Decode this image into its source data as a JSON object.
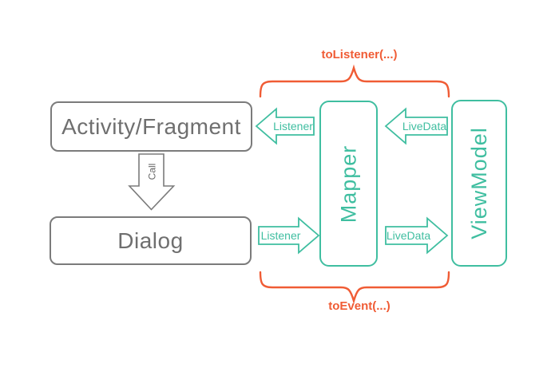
{
  "diagram": {
    "boxes": {
      "activity_fragment": "Activity/Fragment",
      "dialog": "Dialog",
      "mapper": "Mapper",
      "viewmodel": "ViewModel"
    },
    "arrows": {
      "call": "Call",
      "listener_top": "Listener",
      "livedata_top": "LiveData",
      "listener_bottom": "Listener",
      "livedata_bottom": "LiveData"
    },
    "annotations": {
      "to_listener": "toListener(...)",
      "to_event": "toEvent(...)"
    },
    "colors": {
      "teal": "#3fbea0",
      "orange": "#f05c35",
      "gray_border": "#7b7b7b",
      "gray_text": "#6f6f6f"
    }
  }
}
